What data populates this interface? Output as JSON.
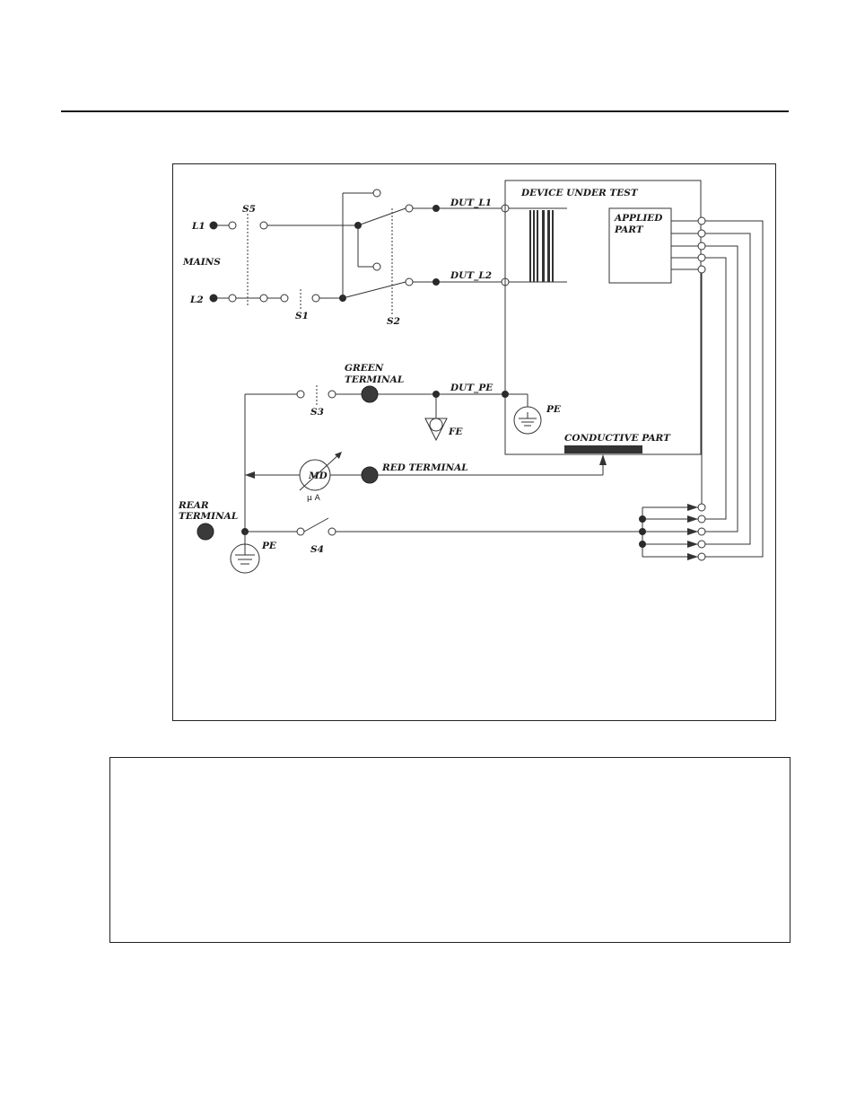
{
  "labels": {
    "l1": "L1",
    "l2": "L2",
    "mains": "MAINS",
    "s5": "S5",
    "s1": "S1",
    "s2": "S2",
    "s3": "S3",
    "s4": "S4",
    "dut_l1": "DUT_L1",
    "dut_l2": "DUT_L2",
    "dut_pe": "DUT_PE",
    "device_under_test": "DEVICE UNDER TEST",
    "applied_part_1": "APPLIED",
    "applied_part_2": "PART",
    "green_terminal_1": "GREEN",
    "green_terminal_2": "TERMINAL",
    "fe": "FE",
    "pe_dut": "PE",
    "pe_rear": "PE",
    "conductive_part": "CONDUCTIVE PART",
    "md": "MD",
    "micro_amp": "μ A",
    "red_terminal": "RED TERMINAL",
    "rear_terminal_1": "REAR",
    "rear_terminal_2": "TERMINAL"
  }
}
